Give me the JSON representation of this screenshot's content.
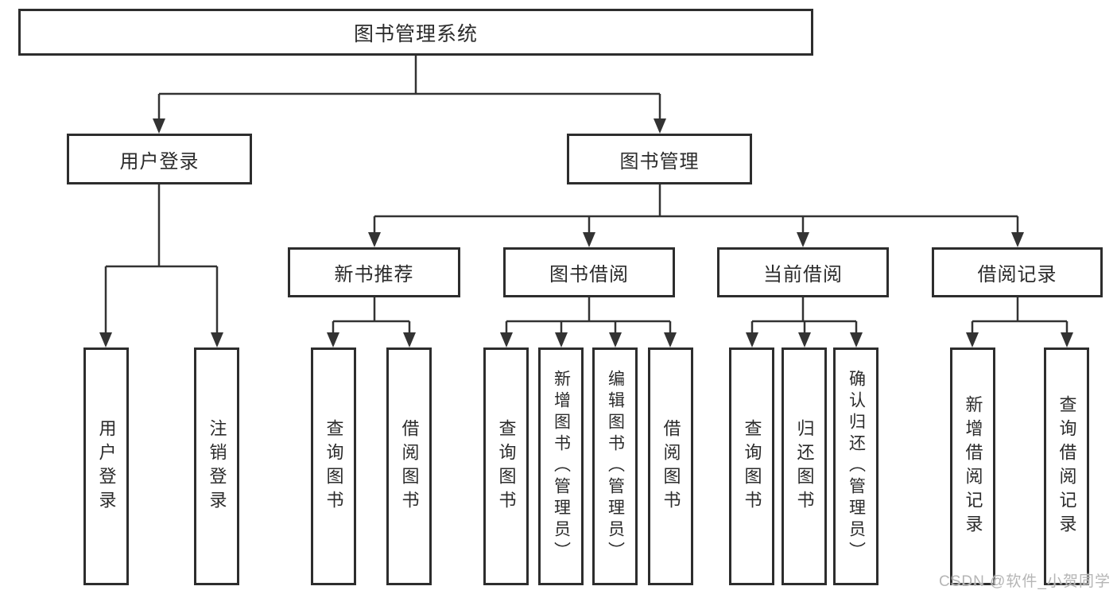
{
  "diagram": {
    "tree": {
      "label": "图书管理系统",
      "children": [
        {
          "label": "用户登录",
          "children": [
            {
              "label": "用户登录"
            },
            {
              "label": "注销登录"
            }
          ]
        },
        {
          "label": "图书管理",
          "children": [
            {
              "label": "新书推荐",
              "children": [
                {
                  "label": "查询图书"
                },
                {
                  "label": "借阅图书"
                }
              ]
            },
            {
              "label": "图书借阅",
              "children": [
                {
                  "label": "查询图书"
                },
                {
                  "label": "新增图书（管理员）"
                },
                {
                  "label": "编辑图书（管理员）"
                },
                {
                  "label": "借阅图书"
                }
              ]
            },
            {
              "label": "当前借阅",
              "children": [
                {
                  "label": "查询图书"
                },
                {
                  "label": "归还图书"
                },
                {
                  "label": "确认归还（管理员）"
                }
              ]
            },
            {
              "label": "借阅记录",
              "children": [
                {
                  "label": "新增借阅记录"
                },
                {
                  "label": "查询借阅记录"
                }
              ]
            }
          ]
        }
      ]
    },
    "colors": {
      "line": "#333333",
      "border": "#2d2d2d",
      "text": "#2b2b2b",
      "background": "#ffffff",
      "watermark": "#b5b5b5"
    },
    "watermark": "CSDN @软件_小贺同学"
  }
}
